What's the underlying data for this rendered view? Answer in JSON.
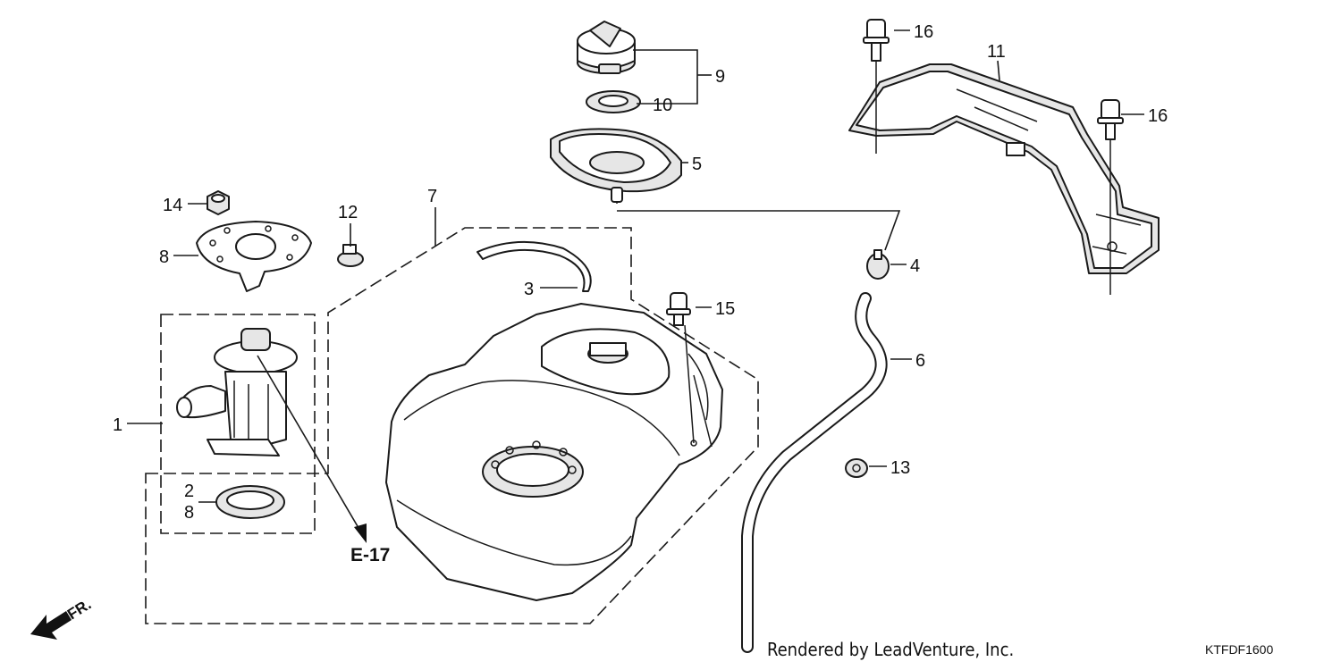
{
  "callouts": {
    "c1": "1",
    "c2": "2",
    "c3": "3",
    "c4": "4",
    "c5": "5",
    "c6": "6",
    "c7": "7",
    "c8_top": "8",
    "c8_bottom": "8",
    "c9": "9",
    "c10": "10",
    "c11": "11",
    "c12": "12",
    "c13": "13",
    "c14": "14",
    "c15": "15",
    "c16_top": "16",
    "c16_right": "16"
  },
  "reference": "E-17",
  "direction": "FR.",
  "credit": "Rendered by LeadVenture, Inc.",
  "diagram_code": "KTFDF1600"
}
